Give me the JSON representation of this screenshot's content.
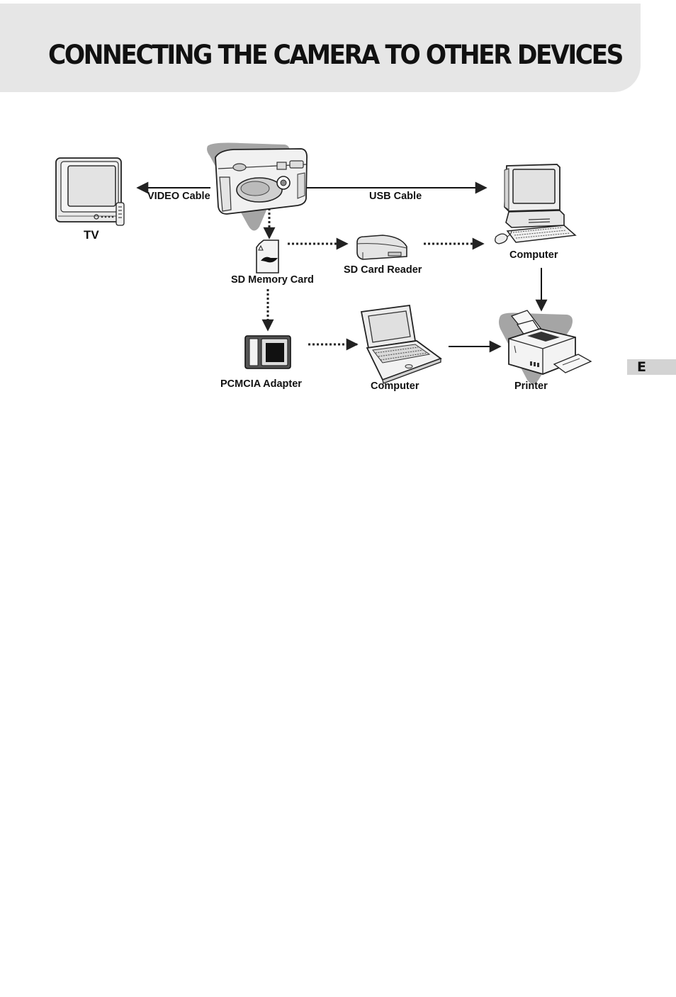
{
  "header": {
    "title": "CONNECTING THE CAMERA TO OTHER DEVICES"
  },
  "diagram": {
    "labels": {
      "tv": "TV",
      "video_cable": "VIDEO Cable",
      "usb_cable": "USB Cable",
      "computer_desktop": "Computer",
      "sd_memory_card": "SD Memory Card",
      "sd_card_reader": "SD Card Reader",
      "pcmcia_adapter": "PCMCIA Adapter",
      "computer_laptop": "Computer",
      "printer": "Printer"
    },
    "devices": [
      {
        "name": "camera",
        "icon": "camera-icon"
      },
      {
        "name": "tv",
        "icon": "tv-icon"
      },
      {
        "name": "desktop-computer",
        "icon": "desktop-computer-icon"
      },
      {
        "name": "sd-memory-card",
        "icon": "sd-card-icon"
      },
      {
        "name": "sd-card-reader",
        "icon": "card-reader-icon"
      },
      {
        "name": "pcmcia-adapter",
        "icon": "pcmcia-adapter-icon"
      },
      {
        "name": "laptop-computer",
        "icon": "laptop-icon"
      },
      {
        "name": "printer",
        "icon": "printer-icon"
      }
    ],
    "connections": [
      {
        "from": "camera",
        "to": "tv",
        "style": "solid"
      },
      {
        "from": "camera",
        "to": "desktop-computer",
        "style": "solid"
      },
      {
        "from": "camera",
        "to": "sd-memory-card",
        "style": "dashed"
      },
      {
        "from": "sd-memory-card",
        "to": "sd-card-reader",
        "style": "dashed"
      },
      {
        "from": "sd-card-reader",
        "to": "desktop-computer",
        "style": "dashed"
      },
      {
        "from": "desktop-computer",
        "to": "printer",
        "style": "solid"
      },
      {
        "from": "sd-memory-card",
        "to": "pcmcia-adapter",
        "style": "dashed"
      },
      {
        "from": "pcmcia-adapter",
        "to": "laptop-computer",
        "style": "dashed"
      },
      {
        "from": "laptop-computer",
        "to": "printer",
        "style": "solid"
      }
    ]
  },
  "side_tab": {
    "label": "E"
  }
}
